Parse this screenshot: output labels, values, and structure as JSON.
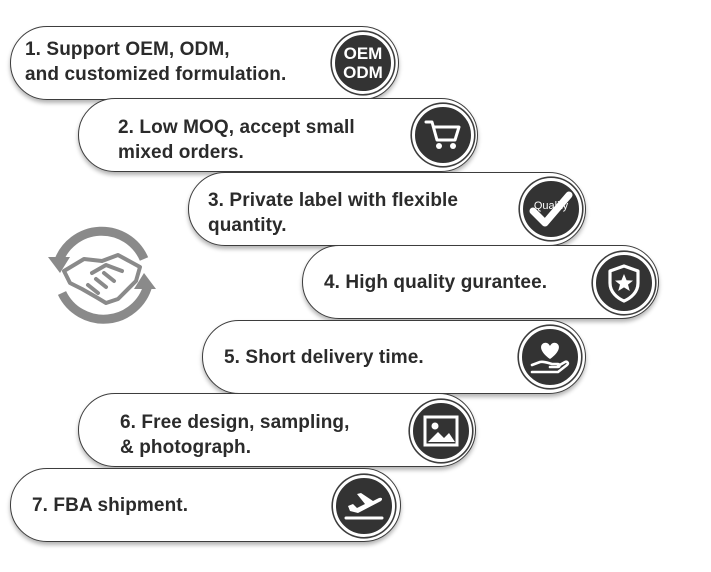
{
  "items": [
    {
      "text": "1. Support OEM, ODM,\nand customized formulation.",
      "icon": "oem-odm-badge",
      "badge_text": "OEM\nODM"
    },
    {
      "text": "2. Low MOQ, accept small\nmixed orders.",
      "icon": "shopping-cart-icon"
    },
    {
      "text": "3. Private label with flexible\nquantity.",
      "icon": "quality-check-icon",
      "badge_text": "Quality"
    },
    {
      "text": "4. High quality gurantee.",
      "icon": "shield-star-icon"
    },
    {
      "text": "5. Short delivery time.",
      "icon": "hand-heart-icon"
    },
    {
      "text": "6. Free design, sampling,\n& photograph.",
      "icon": "image-icon"
    },
    {
      "text": "7. FBA shipment.",
      "icon": "airplane-icon"
    }
  ],
  "colors": {
    "badge": "#333333",
    "border": "#3d3d3d",
    "text": "#2b2b2b",
    "handshake": "#8a8a8a"
  },
  "decor_icon": "handshake-icon"
}
